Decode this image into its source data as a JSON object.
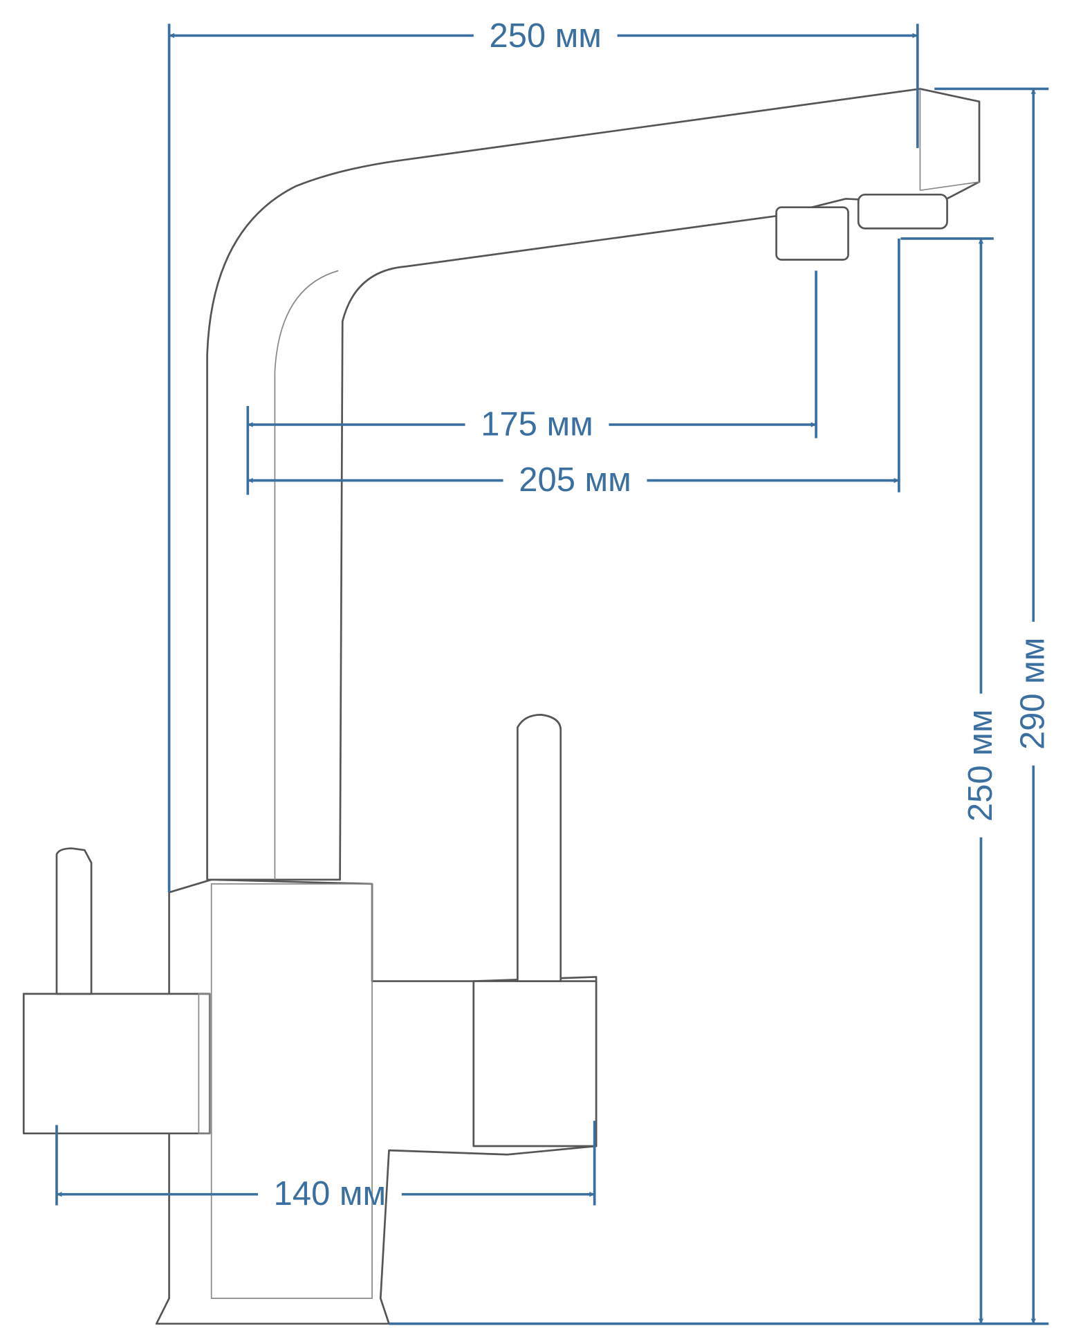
{
  "dimensions": {
    "overall_width": "250 мм",
    "overall_height": "290 мм",
    "spout_height": "250 мм",
    "filter_spout_reach": "175 мм",
    "main_spout_reach": "205 мм",
    "base_width": "140 мм"
  },
  "colors": {
    "dimension": "#3a6f9f",
    "outline": "#555555"
  }
}
